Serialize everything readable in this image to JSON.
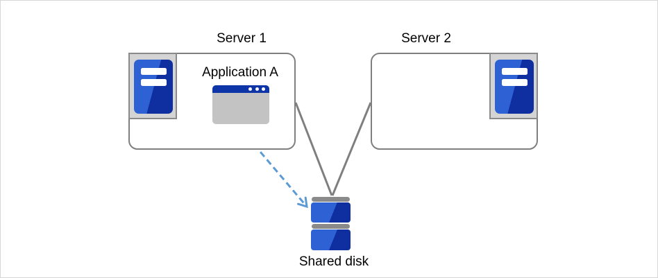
{
  "diagram": {
    "nodes": {
      "server1": {
        "label": "Server 1",
        "application": {
          "label": "Application A"
        }
      },
      "server2": {
        "label": "Server 2"
      },
      "shared_disk": {
        "label": "Shared disk"
      }
    },
    "icons": [
      {
        "name": "server-tower-icon",
        "on": "server1"
      },
      {
        "name": "server-tower-icon",
        "on": "server2"
      },
      {
        "name": "app-window-icon",
        "on": "server1"
      },
      {
        "name": "disk-stack-icon",
        "on": "shared_disk"
      }
    ],
    "connections": [
      {
        "from": "server1",
        "to": "shared_disk",
        "style": "solid-line"
      },
      {
        "from": "server2",
        "to": "shared_disk",
        "style": "solid-line"
      },
      {
        "from": "application_a",
        "to": "shared_disk",
        "style": "dashed-arrow"
      }
    ],
    "colors": {
      "canvas_border": "#d6d6d6",
      "node_border": "#7f7f7f",
      "connector": "#7f7f7f",
      "flow_arrow": "#5b9bd5",
      "blue_light": "#2e62d4",
      "blue_dark": "#0f2fa0",
      "titlebar_blue": "#0d35a8",
      "icon_bg": "#d4d4d4",
      "icon_border": "#8a8a8a",
      "window_body": "#c3c3c3",
      "platter_gray": "#8a8a8a",
      "bar_white": "#ffffff",
      "label_color": "#000000"
    }
  }
}
